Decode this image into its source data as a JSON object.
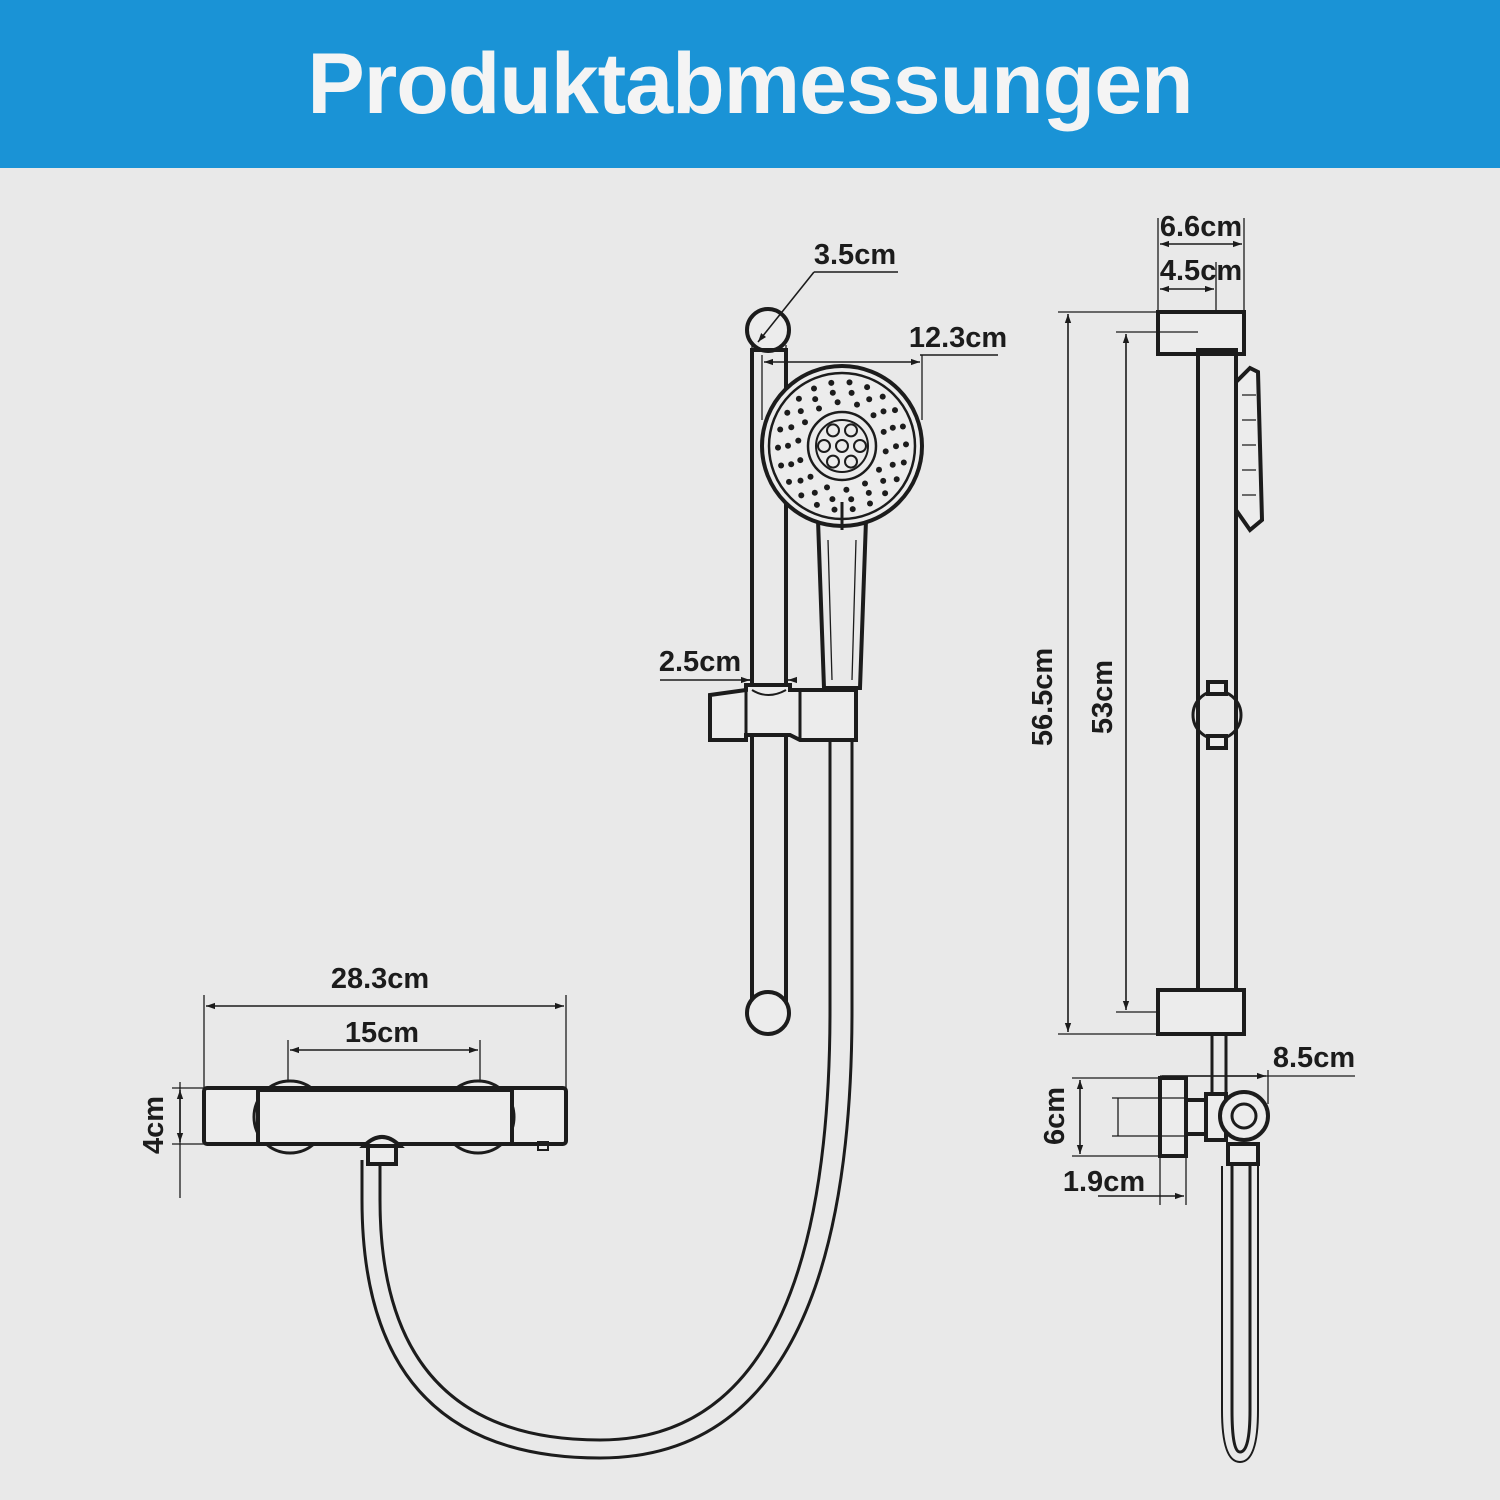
{
  "header": {
    "title": "Produktabmessungen",
    "background_color": "#1a93d6"
  },
  "dimensions": {
    "thermostat_length": "28.3cm",
    "thermostat_centers": "15cm",
    "thermostat_height": "4cm",
    "rail_diameter": "3.5cm",
    "head_diameter": "12.3cm",
    "slider_width": "2.5cm",
    "bracket_depth_outer": "6.6cm",
    "bracket_depth_inner": "4.5cm",
    "total_height": "56.5cm",
    "rail_length": "53cm",
    "elbow_depth": "8.5cm",
    "elbow_height": "6cm",
    "elbow_thread": "1.9cm"
  },
  "colors": {
    "line": "#1c1c1c",
    "background": "#e9e9e9"
  }
}
